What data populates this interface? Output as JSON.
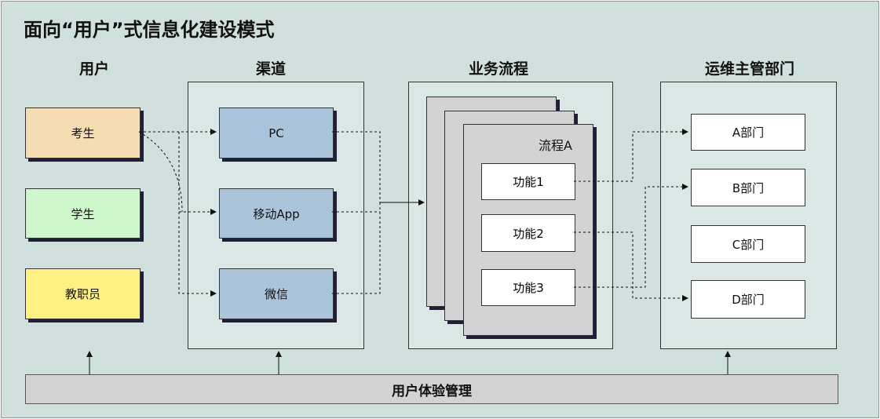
{
  "title": "面向“用户”式信息化建设模式",
  "columns": {
    "users": "用户",
    "channels": "渠道",
    "process": "业务流程",
    "ops": "运维主管部门"
  },
  "users": [
    {
      "label": "考生",
      "color": "#f5dcb3"
    },
    {
      "label": "学生",
      "color": "#cff7cc"
    },
    {
      "label": "教职员",
      "color": "#fef081"
    }
  ],
  "channels": [
    {
      "label": "PC"
    },
    {
      "label": "移动App"
    },
    {
      "label": "微信"
    }
  ],
  "channel_color": "#a9c4db",
  "process_label": "流程A",
  "functions": [
    "功能1",
    "功能2",
    "功能3"
  ],
  "departments": [
    "A部门",
    "B部门",
    "C部门",
    "D部门"
  ],
  "bottom_bar": "用户体验管理"
}
